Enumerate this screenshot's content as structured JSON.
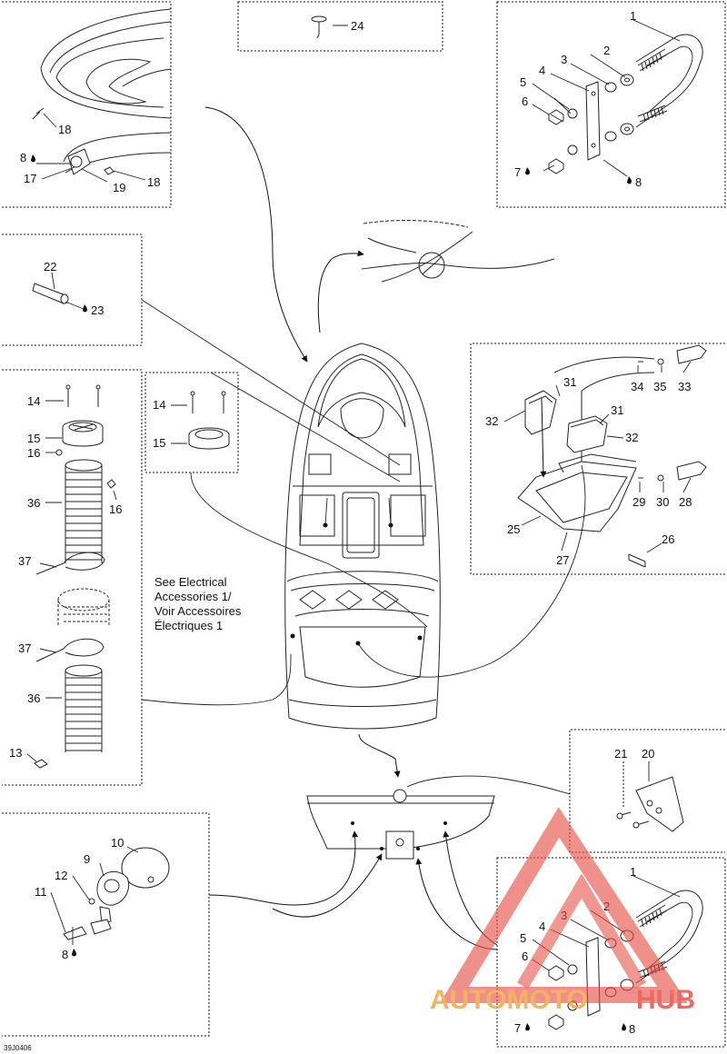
{
  "diagram_code": "39J0406",
  "note_lines": [
    "See Electrical",
    "Accessories 1/",
    "Voir Accessoires",
    "Électriques 1"
  ],
  "watermark": {
    "part1": "AUTOMOTO",
    "part2": "HUB"
  },
  "colors": {
    "watermark_red": "#e8524a",
    "watermark_orange": "#f0a64a",
    "line": "#222222"
  },
  "callouts": {
    "c24": "24",
    "rack_top": {
      "n1": "1",
      "n2": "2",
      "n3": "3",
      "n4": "4",
      "n5": "5",
      "n6": "6",
      "n7": "7",
      "n8": "8"
    },
    "hood": {
      "n18a": "18",
      "n8": "8",
      "n17": "17",
      "n19": "19",
      "n18b": "18"
    },
    "pad": {
      "n22": "22",
      "n23": "23"
    },
    "bag": {
      "n31a": "31",
      "n31b": "31",
      "n32a": "32",
      "n32b": "32",
      "n34": "34",
      "n35": "35",
      "n33": "33",
      "n29": "29",
      "n30": "30",
      "n28": "28",
      "n25": "25",
      "n27": "27",
      "n26": "26"
    },
    "hatch_left": {
      "n14": "14",
      "n15": "15",
      "n16a": "16",
      "n16b": "16",
      "n36a": "36",
      "n37a": "37",
      "n37b": "37",
      "n36b": "36",
      "n13": "13"
    },
    "hatch_small": {
      "n14": "14",
      "n15": "15"
    },
    "bracket": {
      "n21": "21",
      "n20": "20"
    },
    "drain": {
      "n10": "10",
      "n9": "9",
      "n12": "12",
      "n11": "11",
      "n8": "8"
    },
    "rack_bottom": {
      "n1": "1",
      "n2": "2",
      "n3": "3",
      "n4": "4",
      "n5": "5",
      "n6": "6",
      "n7": "7",
      "n8": "8"
    }
  }
}
